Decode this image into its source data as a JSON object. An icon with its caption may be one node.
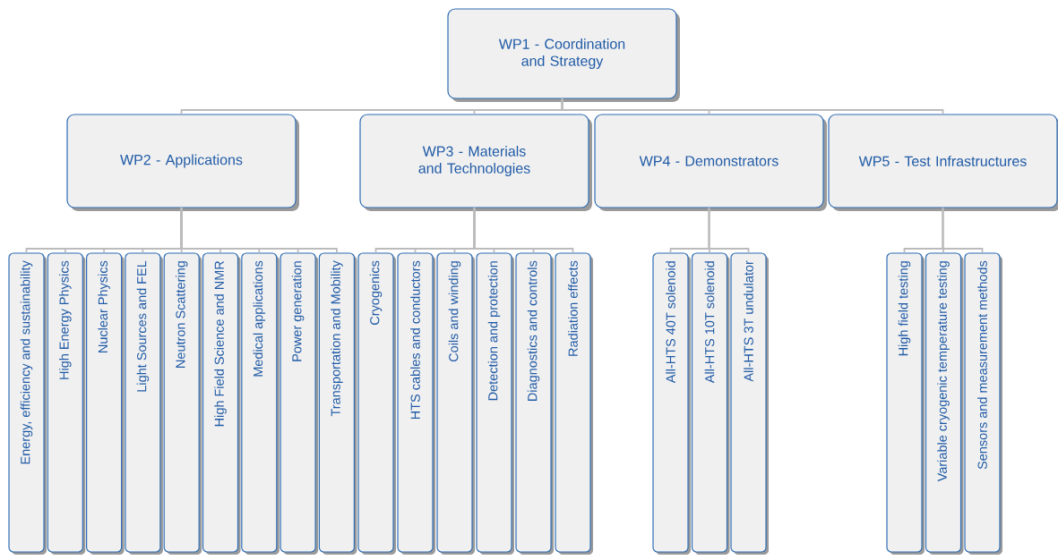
{
  "diagram": {
    "nodes": [
      {
        "text": [
          "WP1 - Coordination and Strategy"
        ]
      },
      {
        "text": [
          "WP2 - Applications"
        ]
      },
      {
        "text": [
          "WP3 - Materials and Technologies"
        ]
      },
      {
        "text": [
          "WP4 - Demonstrators"
        ]
      },
      {
        "text": [
          "WP5 - Test Infrastructures"
        ]
      },
      {
        "text": [
          "Energy, efficiency and sustainability"
        ]
      },
      {
        "text": [
          "High Energy Physics"
        ]
      },
      {
        "text": [
          "Nuclear Physics"
        ]
      },
      {
        "text": [
          "Light Sources and FEL"
        ]
      },
      {
        "text": [
          "Neutron Scattering"
        ]
      },
      {
        "text": [
          "High Field Science and NMR"
        ]
      },
      {
        "text": [
          "Medical applications"
        ]
      },
      {
        "text": [
          "Power generation"
        ]
      },
      {
        "text": [
          "Transportation and Mobility"
        ]
      },
      {
        "text": [
          "Cryogenics"
        ]
      },
      {
        "text": [
          "HTS cables and conductors"
        ]
      },
      {
        "text": [
          "Coils and winding"
        ]
      },
      {
        "text": [
          "Detection and protection"
        ]
      },
      {
        "text": [
          "Diagnostics and controls"
        ]
      },
      {
        "text": [
          "Radiation effects"
        ]
      },
      {
        "text": [
          "All-HTS 40T solenoid"
        ]
      },
      {
        "text": [
          "All-HTS 10T solenoid"
        ]
      },
      {
        "text": [
          "All-HTS 3T undulator"
        ]
      },
      {
        "text": [
          "High field testing"
        ]
      },
      {
        "text": [
          "Variable cryogenic temperature testing"
        ]
      },
      {
        "text": [
          "Sensors and measurement methods"
        ]
      }
    ],
    "edges": [
      {
        "from": 0,
        "to": 1,
        "arrow": "none"
      },
      {
        "from": 0,
        "to": 2,
        "arrow": "none"
      },
      {
        "from": 0,
        "to": 3,
        "arrow": "none"
      },
      {
        "from": 0,
        "to": 4,
        "arrow": "none"
      },
      {
        "from": 1,
        "to": 5,
        "arrow": "none"
      },
      {
        "from": 1,
        "to": 6,
        "arrow": "none"
      },
      {
        "from": 1,
        "to": 7,
        "arrow": "none"
      },
      {
        "from": 1,
        "to": 8,
        "arrow": "none"
      },
      {
        "from": 1,
        "to": 9,
        "arrow": "none"
      },
      {
        "from": 1,
        "to": 10,
        "arrow": "none"
      },
      {
        "from": 1,
        "to": 11,
        "arrow": "none"
      },
      {
        "from": 1,
        "to": 12,
        "arrow": "none"
      },
      {
        "from": 1,
        "to": 13,
        "arrow": "none"
      },
      {
        "from": 2,
        "to": 14,
        "arrow": "none"
      },
      {
        "from": 2,
        "to": 15,
        "arrow": "none"
      },
      {
        "from": 2,
        "to": 16,
        "arrow": "none"
      },
      {
        "from": 2,
        "to": 17,
        "arrow": "none"
      },
      {
        "from": 2,
        "to": 18,
        "arrow": "none"
      },
      {
        "from": 2,
        "to": 19,
        "arrow": "none"
      },
      {
        "from": 3,
        "to": 20,
        "arrow": "none"
      },
      {
        "from": 3,
        "to": 21,
        "arrow": "none"
      },
      {
        "from": 3,
        "to": 22,
        "arrow": "none"
      },
      {
        "from": 4,
        "to": 23,
        "arrow": "none"
      },
      {
        "from": 4,
        "to": 24,
        "arrow": "none"
      },
      {
        "from": 4,
        "to": 25,
        "arrow": "none"
      }
    ]
  }
}
